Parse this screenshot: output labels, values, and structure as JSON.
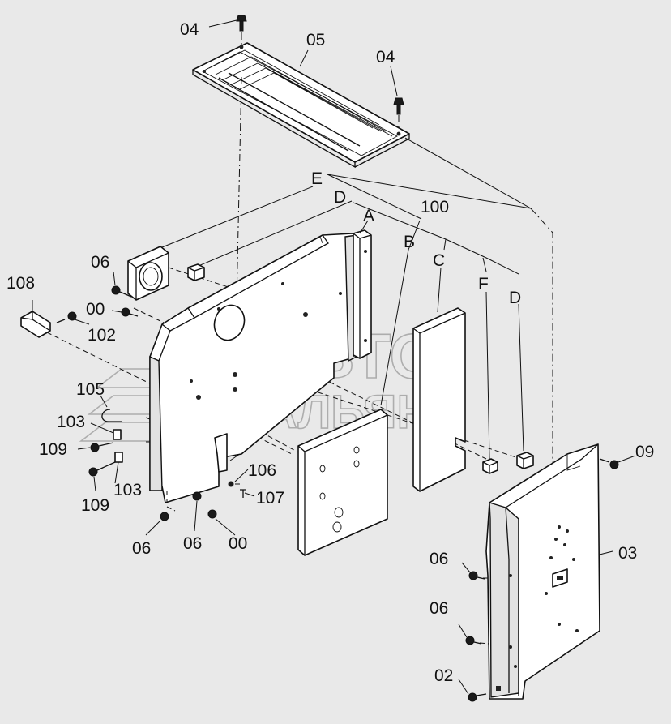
{
  "watermark": {
    "line1": "АВТО",
    "line2": "АЛЬЯНС"
  },
  "labels": {
    "l04a": "04",
    "l05": "05",
    "l04b": "04",
    "lE": "E",
    "lD1": "D",
    "lA": "A",
    "l100": "100",
    "lB": "B",
    "lC": "C",
    "lF": "F",
    "lD2": "D",
    "l108": "108",
    "l06a": "06",
    "l00a": "00",
    "l102": "102",
    "l105": "105",
    "l103a": "103",
    "l109a": "109",
    "l103b": "103",
    "l109b": "109",
    "l106": "106",
    "l107": "107",
    "l06b": "06",
    "l06c": "06",
    "l00b": "00",
    "l09": "09",
    "l03": "03",
    "l06d": "06",
    "l06e": "06",
    "l02": "02"
  }
}
